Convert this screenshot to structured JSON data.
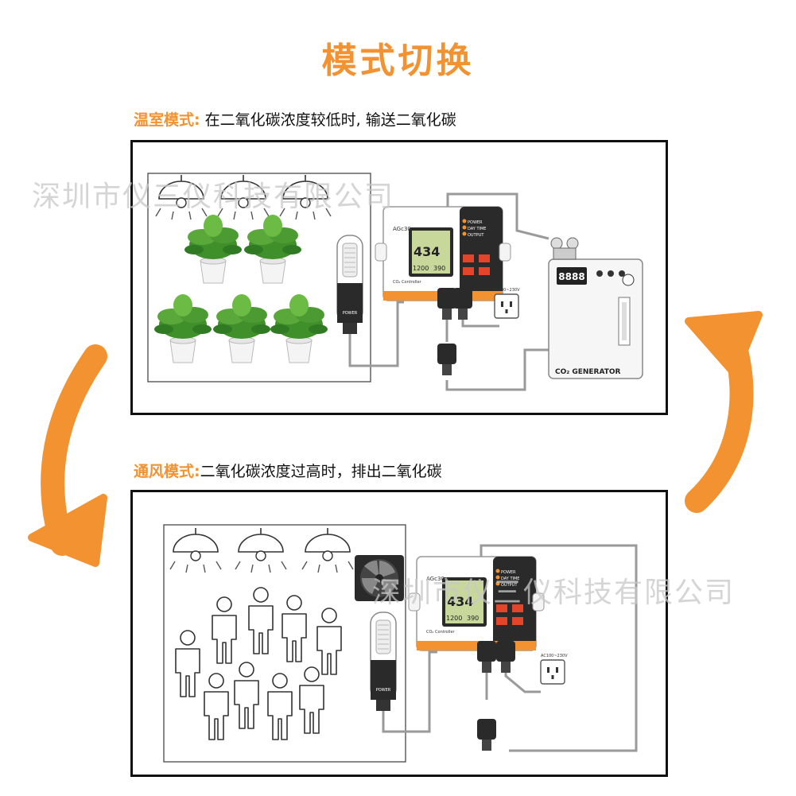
{
  "title": "模式切换",
  "greenhouse": {
    "tag": "温室模式:",
    "desc": " 在二氧化碳浓度较低时, 输送二氧化碳"
  },
  "ventilation": {
    "tag": "通风模式:",
    "desc": "二氧化碳浓度过高时，排出二氧化碳"
  },
  "watermark": "深圳市仪三仪科技有限公司",
  "controller": {
    "model": "AGc30",
    "name": "CO₂ Controller",
    "reading_main": "434",
    "reading_time": "1200",
    "reading_set": "390",
    "indicators": [
      "POWER",
      "DAY TIME",
      "OUTPUT"
    ]
  },
  "sensor_label": "POWER",
  "socket_label": "AC100~230V",
  "generator": {
    "label": "CO₂ GENERATOR",
    "display": "8888"
  },
  "colors": {
    "accent": "#f39230",
    "screen": "#c8d89a",
    "controller_dark": "#2a2a2a"
  }
}
